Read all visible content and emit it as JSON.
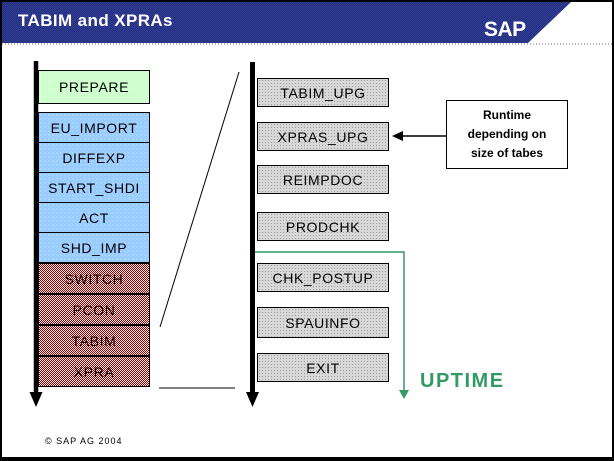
{
  "header": {
    "title": "TABIM and XPRAs",
    "logo_text": "SAP"
  },
  "downtime_column": {
    "items": [
      {
        "label": "PREPARE",
        "color_key": "green"
      },
      {
        "label": "EU_IMPORT",
        "color_key": "blue"
      },
      {
        "label": "DIFFEXP",
        "color_key": "blue"
      },
      {
        "label": "START_SHDI",
        "color_key": "blue"
      },
      {
        "label": "ACT",
        "color_key": "blue"
      },
      {
        "label": "SHD_IMP",
        "color_key": "blue"
      },
      {
        "label": "SWITCH",
        "color_key": "red"
      },
      {
        "label": "PCON",
        "color_key": "red"
      },
      {
        "label": "TABIM",
        "color_key": "red"
      },
      {
        "label": "XPRA",
        "color_key": "red"
      }
    ]
  },
  "uptime_column": {
    "items": [
      {
        "label": "TABIM_UPG"
      },
      {
        "label": "XPRAS_UPG"
      },
      {
        "label": "REIMPDOC"
      },
      {
        "label": "PRODCHK"
      },
      {
        "label": "CHK_POSTUP"
      },
      {
        "label": "SPAUINFO"
      },
      {
        "label": "EXIT"
      }
    ]
  },
  "annotation": {
    "line1": "Runtime",
    "line2": "depending on",
    "line3": "size of tabes"
  },
  "uptime_label": "UPTIME",
  "footer": {
    "copyright": "©  SAP AG 2004"
  },
  "colors": {
    "header_navy": "#28327d",
    "green_box": "#ccffcc",
    "blue_box": "#99ccff",
    "red_box_dark": "#a10000",
    "gray_box": "#d8d8d8",
    "accent_green": "#339966"
  }
}
